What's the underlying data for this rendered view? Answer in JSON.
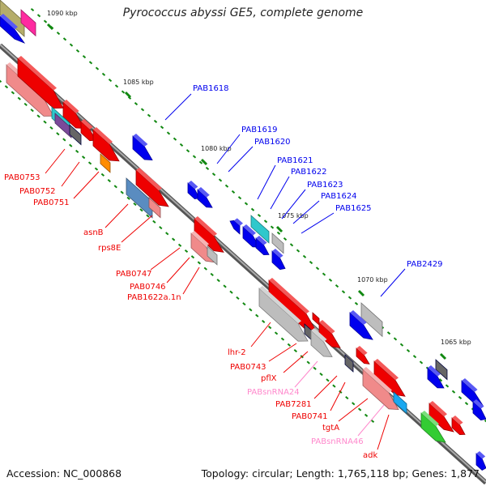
{
  "header": {
    "title": "Pyrococcus abyssi GE5, complete genome"
  },
  "footer": {
    "accession": "Accession: NC_000868",
    "topology": "Topology: circular; Length: 1,765,118 bp; Genes: 1,877"
  },
  "colors": {
    "forward_gene": "#0000ee",
    "reverse_gene": "#ee0000",
    "rna_label": "#ff88cc",
    "tick": "#118811",
    "backbone": "#7a7a7a"
  },
  "scale_labels": [
    "1090 kbp",
    "1085 kbp",
    "1080 kbp",
    "1075 kbp",
    "1070 kbp",
    "1065 kbp"
  ],
  "forward_labels": [
    "PAB1618",
    "PAB1619",
    "PAB1620",
    "PAB1621",
    "PAB1622",
    "PAB1623",
    "PAB1624",
    "PAB1625",
    "PAB2429"
  ],
  "reverse_labels": [
    "PAB0753",
    "PAB0752",
    "PAB0751",
    "asnB",
    "rps8E",
    "PAB0747",
    "PAB0746",
    "PAB1622a.1n",
    "lhr-2",
    "PAB0743",
    "pflX",
    "PAB7281",
    "PAB0741",
    "tgtA",
    "adk"
  ],
  "rna_labels": [
    "PABsnRNA24",
    "PABsnRNA46"
  ]
}
